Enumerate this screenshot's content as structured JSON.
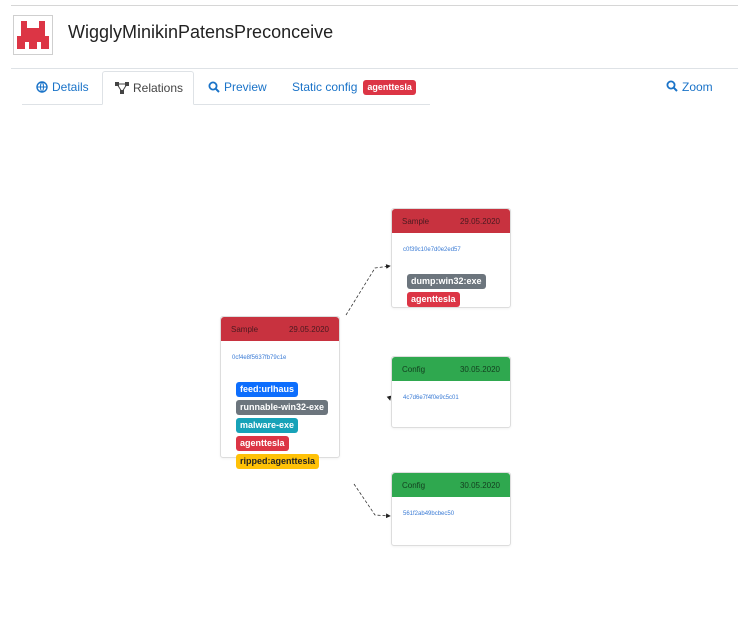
{
  "app": {
    "title": "WigglyMinikinPatensPreconceive"
  },
  "tabs": [
    {
      "label": "Details",
      "icon": "network-icon",
      "active": false
    },
    {
      "label": "Relations",
      "icon": "relations-icon",
      "active": true
    },
    {
      "label": "Preview",
      "icon": "search-icon",
      "active": false
    },
    {
      "label": "Static config",
      "icon": "",
      "active": false,
      "badge": "agenttesla"
    }
  ],
  "zoom": {
    "label": "Zoom",
    "icon": "search-icon"
  },
  "graph": {
    "main": {
      "type": "Sample",
      "date": "29.05.2020",
      "hash": "0cf4e8f5637fb79c1e",
      "tags": [
        {
          "label": "feed:urlhaus",
          "color": "#0d6efd"
        },
        {
          "label": "runnable-win32-exe",
          "color": "#6c757d"
        },
        {
          "label": "malware-exe",
          "color": "#17a2b8"
        },
        {
          "label": "agenttesla",
          "color": "#dc3545"
        },
        {
          "label": "ripped:agenttesla",
          "color": "#ffc107"
        }
      ]
    },
    "children": [
      {
        "type": "Sample",
        "date": "29.05.2020",
        "hash": "c0f39c10e7d0e2ed57",
        "tags": [
          {
            "label": "dump:win32:exe",
            "color": "#6c757d"
          },
          {
            "label": "agenttesla",
            "color": "#dc3545"
          }
        ]
      },
      {
        "type": "Config",
        "date": "30.05.2020",
        "hash": "4c7d6e7f4f0e9c5c01",
        "tags": []
      },
      {
        "type": "Config",
        "date": "30.05.2020",
        "hash": "561f2ab49bcbec50",
        "tags": []
      }
    ]
  }
}
